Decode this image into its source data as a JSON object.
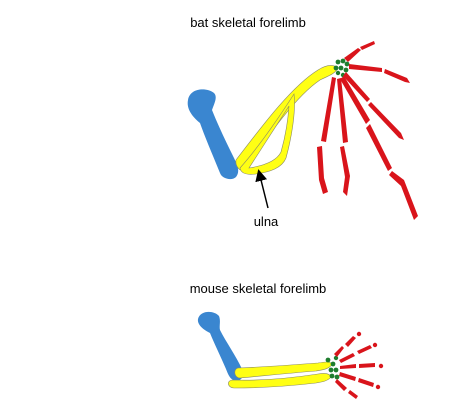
{
  "bat": {
    "title": "bat skeletal forelimb",
    "ulna_label": "ulna"
  },
  "mouse": {
    "title": "mouse skeletal forelimb"
  },
  "colors": {
    "humerus": "#3a86d0",
    "radius_ulna": "#ffff14",
    "digits": "#d9141b",
    "carpals": "#1e7d2e",
    "outline": "#8a8a66"
  }
}
